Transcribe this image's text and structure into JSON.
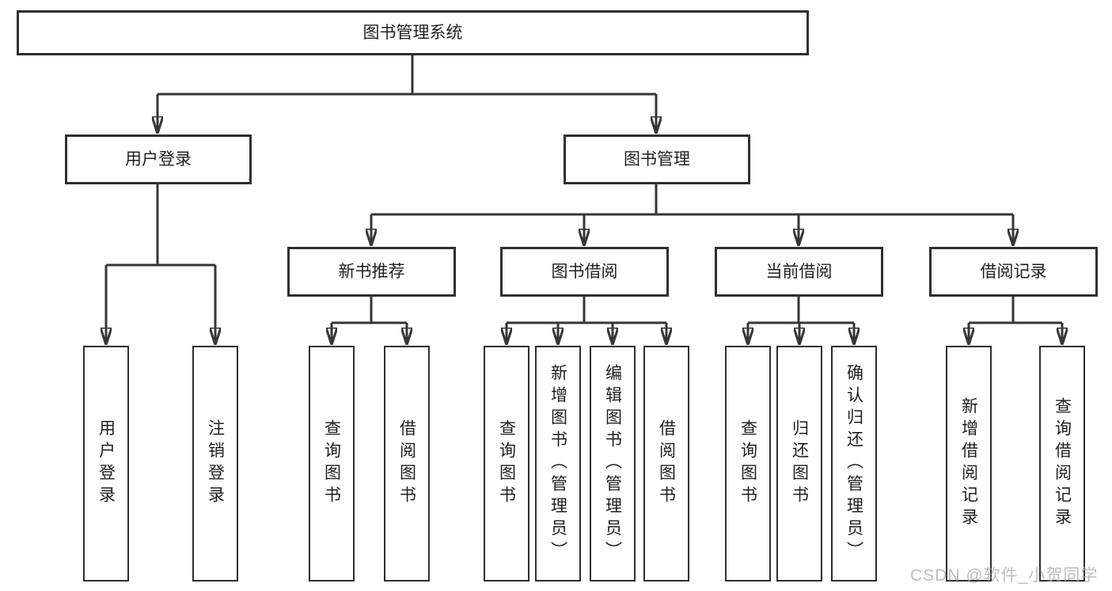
{
  "diagram": {
    "root": "图书管理系统",
    "branches": [
      {
        "label": "用户登录",
        "children": [
          "用户登录",
          "注销登录"
        ]
      },
      {
        "label": "图书管理",
        "sections": [
          {
            "label": "新书推荐",
            "children": [
              "查询图书",
              "借阅图书"
            ]
          },
          {
            "label": "图书借阅",
            "children": [
              "查询图书",
              "新增图书（管理员）",
              "编辑图书（管理员）",
              "借阅图书"
            ]
          },
          {
            "label": "当前借阅",
            "children": [
              "查询图书",
              "归还图书",
              "确认归还（管理员）"
            ]
          },
          {
            "label": "借阅记录",
            "children": [
              "新增借阅记录",
              "查询借阅记录"
            ]
          }
        ]
      }
    ]
  },
  "watermark": {
    "text": "CSDN @软件_小贺同学"
  },
  "colors": {
    "line": "#363636",
    "box_border": "#2f2f2f",
    "box_fill": "#ffffff",
    "text": "#1f1f1f",
    "watermark": "#a8a8a8",
    "background": "#ffffff"
  }
}
